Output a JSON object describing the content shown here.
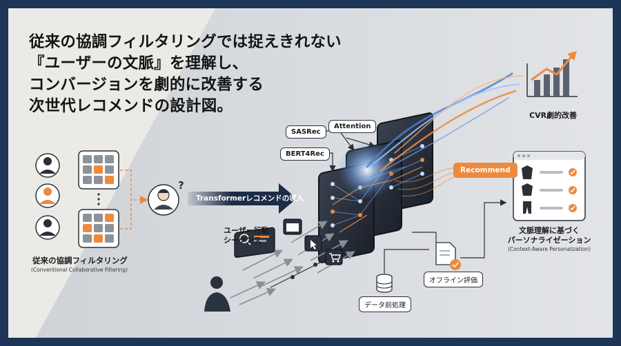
{
  "headline": {
    "line1": "従来の協調フィルタリングでは捉えきれない",
    "line2": "『ユーザーの文脈』を理解し、",
    "line3": "コンバージョンを劇的に改善する",
    "line4": "次世代レコメンドの設計図。"
  },
  "left": {
    "label": "従来の協調フィルタリング",
    "sublabel": "(Conventional Collaborative Filtering)"
  },
  "arrow": {
    "label": "Transformerレコメンドの導入"
  },
  "models": {
    "sasrec": "SASRec",
    "attention": "Attention",
    "bert4rec": "BERT4Rec"
  },
  "recommend": "Recommend",
  "sequence": {
    "line1": "ユーザー行動",
    "line2": "シーケンス"
  },
  "preprocess": "データ前処理",
  "offline_eval": "オフライン評価",
  "cvr": "CVR劇的改善",
  "personalization": {
    "line1": "文脈理解に基づく",
    "line2": "パーソナライゼーション",
    "en": "(Context-Aware Personalization)"
  },
  "colors": {
    "navy": "#1d3557",
    "orange": "#ee8a3e",
    "blue": "#4a7fd4"
  }
}
